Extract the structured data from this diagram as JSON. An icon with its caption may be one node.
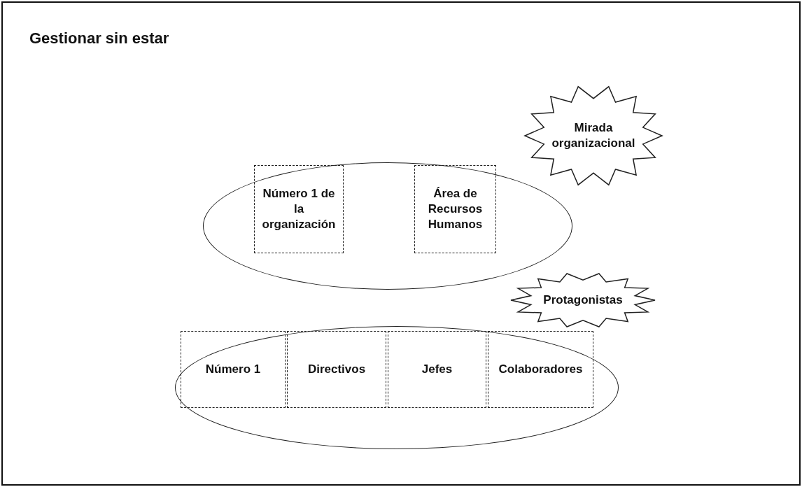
{
  "diagram": {
    "title": "Gestionar sin estar",
    "nodes": [
      {
        "text": [],
        "shape": "ellipse"
      },
      {
        "text": [
          "Número 1 de la organización"
        ],
        "in": 0
      },
      {
        "text": [
          "Área de Recursos Humanos"
        ],
        "in": 0
      },
      {
        "text": [
          "Mirada organizacional"
        ]
      },
      {
        "text": [],
        "shape": "ellipse"
      },
      {
        "text": [
          "Número 1"
        ],
        "in": 4
      },
      {
        "text": [
          "Directivos"
        ],
        "in": 4
      },
      {
        "text": [
          "Jefes"
        ],
        "in": 4
      },
      {
        "text": [
          "Colaboradores"
        ],
        "in": 4
      },
      {
        "text": [
          "Protagonistas"
        ]
      }
    ],
    "edges": []
  }
}
